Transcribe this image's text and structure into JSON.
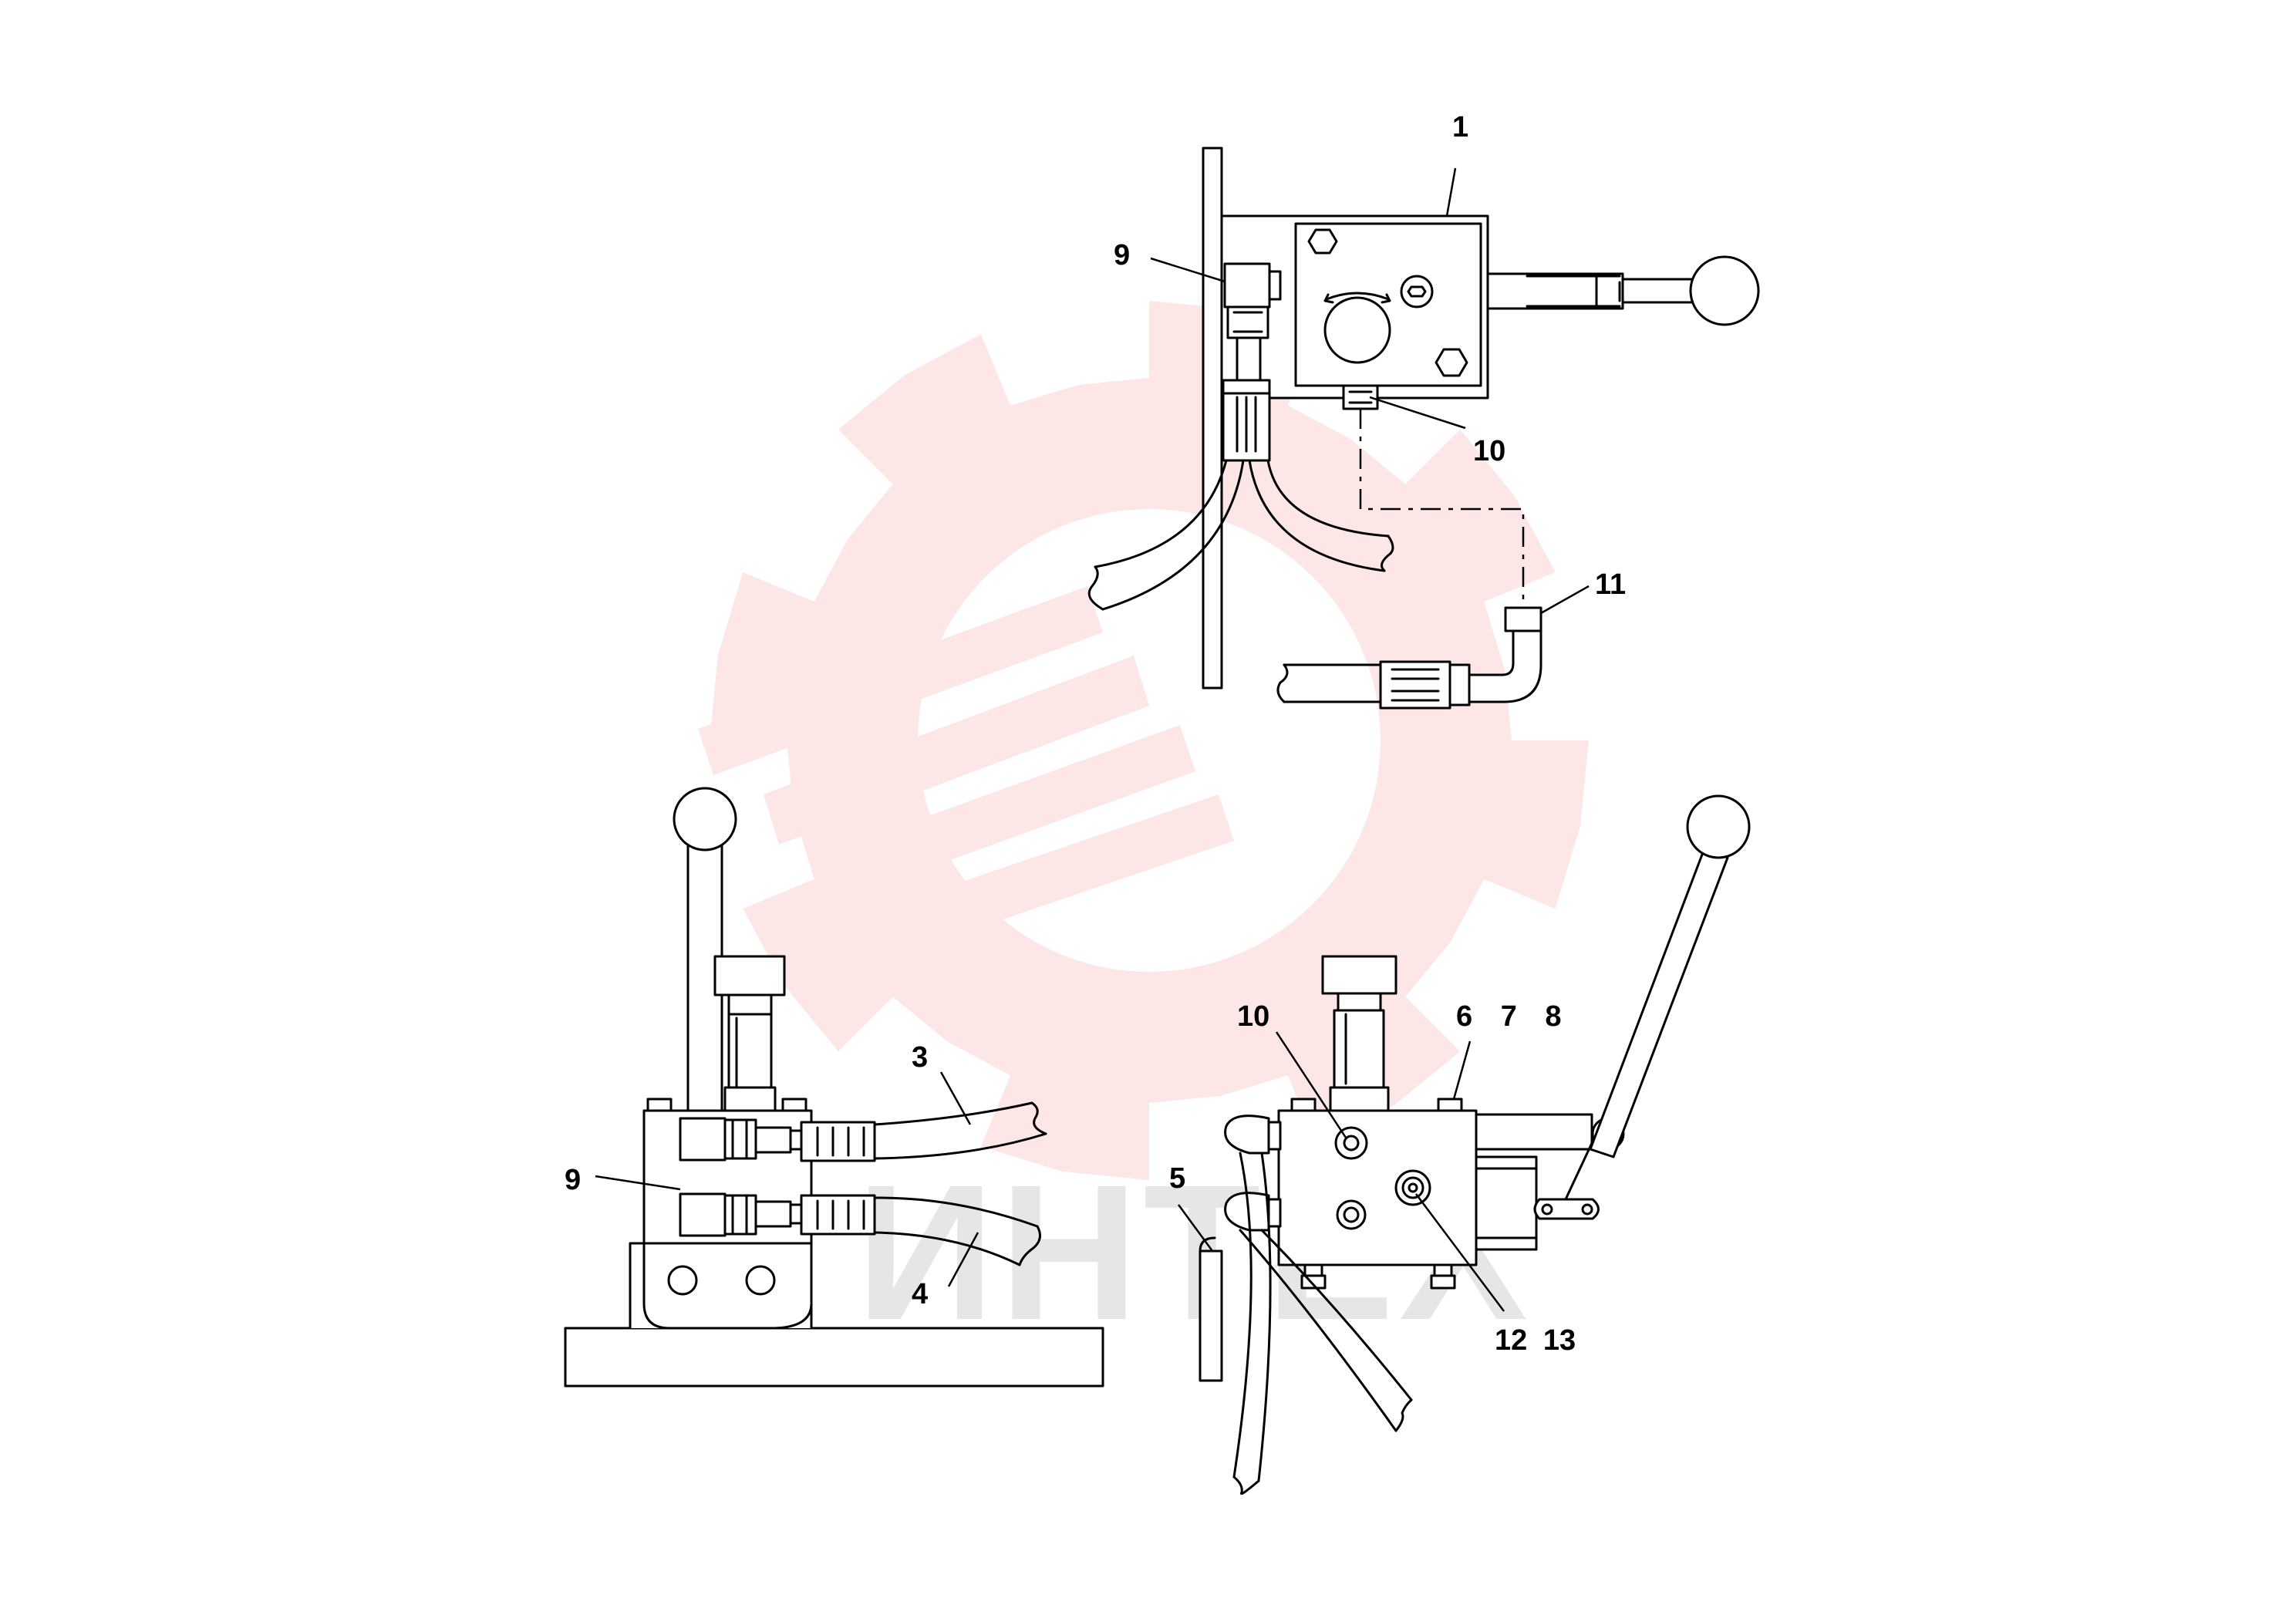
{
  "watermark": {
    "text": "ИНТЕХ",
    "gear_color": "#fbdede",
    "text_color": "#cfcfcf"
  },
  "line_color": "#000000",
  "callouts": {
    "top_view": {
      "item_1": "1",
      "item_9": "9",
      "item_10": "10",
      "item_11": "11"
    },
    "left_view": {
      "item_3": "3",
      "item_4": "4",
      "item_9": "9"
    },
    "right_view": {
      "item_5": "5",
      "item_6_7_8": "6 7 8",
      "item_10": "10",
      "item_12_13": "12 13"
    }
  }
}
